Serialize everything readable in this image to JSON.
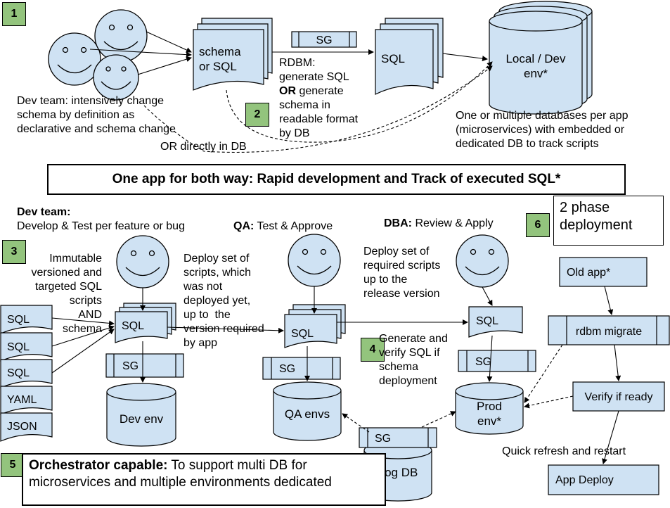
{
  "badges": {
    "b1": "1",
    "b2": "2",
    "b3": "3",
    "b4": "4",
    "b5": "5",
    "b6": "6"
  },
  "top": {
    "schema_doc": "schema\nor SQL",
    "sg1": "SG",
    "sql_doc": "SQL",
    "local_db": "Local / Dev\nenv*",
    "rdbm_note_1": "RDBM:\ngenerate SQL",
    "rdbm_note_or": "OR",
    "rdbm_note_2": " generate\nschema in\nreadable format\nby DB",
    "devteam_note": "Dev team: intensively change\nschema by definition as\ndeclarative and schema change",
    "directly_note": "OR directly in DB",
    "dbs_note": "One or multiple databases per app\n(microservices) with embedded or\ndedicated DB to track scripts"
  },
  "banner": "One app for both way: Rapid development and Track of executed SQL*",
  "dev": {
    "title_bold": "Dev team:",
    "title_rest": "Develop & Test per feature or bug",
    "immutable": "Immutable\nversioned and\ntargeted SQL\nscripts\nAND\nschema",
    "files": [
      "SQL",
      "SQL",
      "SQL",
      "YAML",
      "JSON"
    ],
    "sql_doc": "SQL",
    "sg": "SG",
    "db": "Dev env",
    "deploy_note": "Deploy set of\nscripts, which\nwas not\ndeployed yet,\nup to  the\nversion required\nby app"
  },
  "qa": {
    "title_bold": "QA:",
    "title_rest": " Test & Approve",
    "sql_doc": "SQL",
    "sg": "SG",
    "db": "QA envs"
  },
  "dba": {
    "title_bold": "DBA:",
    "title_rest": " Review & Apply",
    "deploy_note": "Deploy set of\nrequired scripts\nup to the\nrelease version",
    "sql_doc": "SQL",
    "sg": "SG",
    "db": "Prod\nenv*",
    "generate_note": "Generate and\nverify SQL if\nschema\ndeployment"
  },
  "log": {
    "sg": "SG",
    "db": "Log DB"
  },
  "orchestrator": {
    "bold": "Orchestrator capable:",
    "rest": " To support multi DB for\nmicroservices and multiple environments dedicated"
  },
  "phase": {
    "title": "2 phase\ndeployment",
    "old_app": "Old app*",
    "migrate": "rdbm migrate",
    "verify": "Verify if ready",
    "refresh": "Quick refresh and restart",
    "deploy": "App Deploy"
  },
  "colors": {
    "fill": "#cfe2f3",
    "badge": "#93c47d",
    "stroke": "#000000"
  }
}
